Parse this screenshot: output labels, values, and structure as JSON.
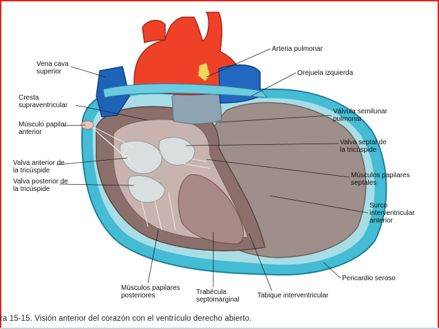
{
  "labels": {
    "arteria_pulmonar": "Arteria pulmonar",
    "vena_cava_1": "Vena cava",
    "vena_cava_2": "superior",
    "orejuela": "Orejuela izquierda",
    "cresta_1": "Cresta",
    "cresta_2": "supraventricular",
    "musculo_papilar_1": "Músculo papilar",
    "musculo_papilar_2": "anterior",
    "valvula_semilunar_1": "Válvula semilunar",
    "valvula_semilunar_2": "pulmonar",
    "valva_septal_1": "Valva septal de",
    "valva_septal_2": "la tricúspide",
    "valva_anterior_1": "Valva anterior de",
    "valva_anterior_2": "la tricúspide",
    "musculos_septales_1": "Músculos papilares",
    "musculos_septales_2": "septales",
    "valva_posterior_1": "Valva posterior de",
    "valva_posterior_2": "la tricúspide",
    "surco_1": "Surco",
    "surco_2": "interventricular",
    "surco_3": "anterior",
    "pericardio": "Pericardio seroso",
    "musculos_posteriores_1": "Músculos papilares",
    "musculos_posteriores_2": "posteriores",
    "trabecula_1": "Trabécula",
    "trabecula_2": "septomarginal",
    "tabique": "Tabique interventricular"
  },
  "caption": "ra 15-15. Visión anterior del corazón con el ventrículo derecho abierto.",
  "colors": {
    "frame": "#e0231d",
    "aorta": "#ef3f2a",
    "vena_cava": "#1d5fb5",
    "pericardium": "#39b6cf",
    "myocardium": "#9a8a84",
    "chamber_wall": "#7d6260",
    "valve": "#d6dadc"
  }
}
